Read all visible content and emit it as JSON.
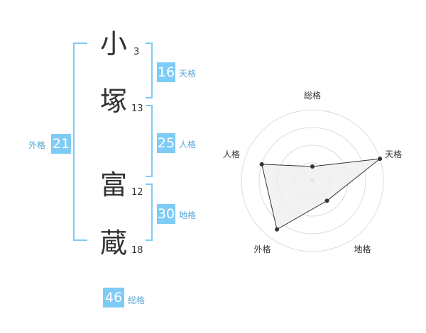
{
  "name": {
    "chars": [
      {
        "char": "小",
        "strokes": "3"
      },
      {
        "char": "塚",
        "strokes": "13"
      },
      {
        "char": "富",
        "strokes": "12"
      },
      {
        "char": "蔵",
        "strokes": "18"
      }
    ]
  },
  "fortunes": {
    "tenkaku": {
      "value": "16",
      "label": "天格"
    },
    "jinkaku": {
      "value": "25",
      "label": "人格"
    },
    "chikaku": {
      "value": "30",
      "label": "地格"
    },
    "gaikaku": {
      "value": "21",
      "label": "外格"
    },
    "soukaku": {
      "value": "46",
      "label": "総格"
    }
  },
  "chart_data": {
    "type": "radar",
    "axes": [
      "総格",
      "天格",
      "地格",
      "外格",
      "人格"
    ],
    "values": [
      0.2,
      1.0,
      0.35,
      0.85,
      0.75
    ],
    "max": 1,
    "rings": 4
  },
  "colors": {
    "accent": "#7ecbf5",
    "label": "#5aa8d6",
    "text": "#333333",
    "radar_fill": "#eeeeee",
    "radar_line": "#333333"
  }
}
